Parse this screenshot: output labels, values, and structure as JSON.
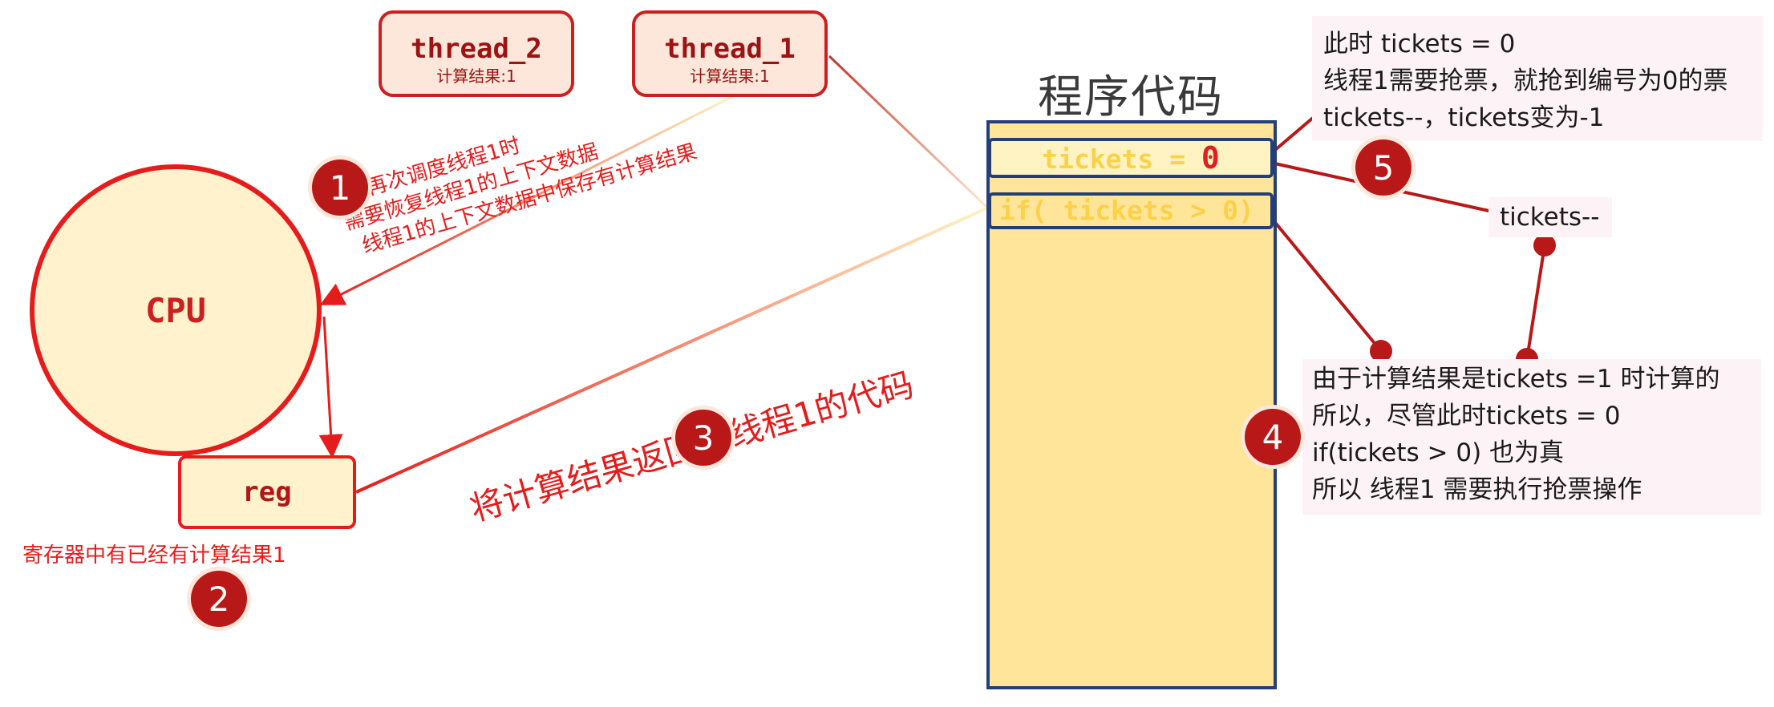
{
  "threads": [
    {
      "name": "thread_2",
      "result": "计算结果:1"
    },
    {
      "name": "thread_1",
      "result": "计算结果:1"
    }
  ],
  "cpu": {
    "label": "CPU"
  },
  "reg": {
    "label": "reg",
    "note": "寄存器中有已经有计算结果1"
  },
  "code": {
    "title": "程序代码",
    "line1_prefix": "tickets = ",
    "line1_value": "0",
    "line2": "if( tickets > 0)"
  },
  "annotations": {
    "step1": [
      "CPU再次调度线程1时",
      "需要恢复线程1的上下文数据",
      "线程1的上下文数据中保存有计算结果"
    ],
    "step3": "将计算结果返回给线程1的代码",
    "step4": [
      "由于计算结果是tickets =1 时计算的",
      "所以，尽管此时tickets = 0",
      "if(tickets > 0) 也为真",
      "所以 线程1 需要执行抢票操作"
    ],
    "step5": [
      "此时 tickets = 0",
      "线程1需要抢票，就抢到编号为0的票",
      "tickets--，tickets变为-1"
    ],
    "tickets_dec": "tickets--"
  },
  "badges": [
    "1",
    "2",
    "3",
    "4",
    "5"
  ],
  "colors": {
    "accent": "#e61c1c",
    "dark_red": "#b81818",
    "code_bg": "#ffe59a",
    "code_border": "#233e78",
    "cpu_fill": "#fff2cc"
  }
}
